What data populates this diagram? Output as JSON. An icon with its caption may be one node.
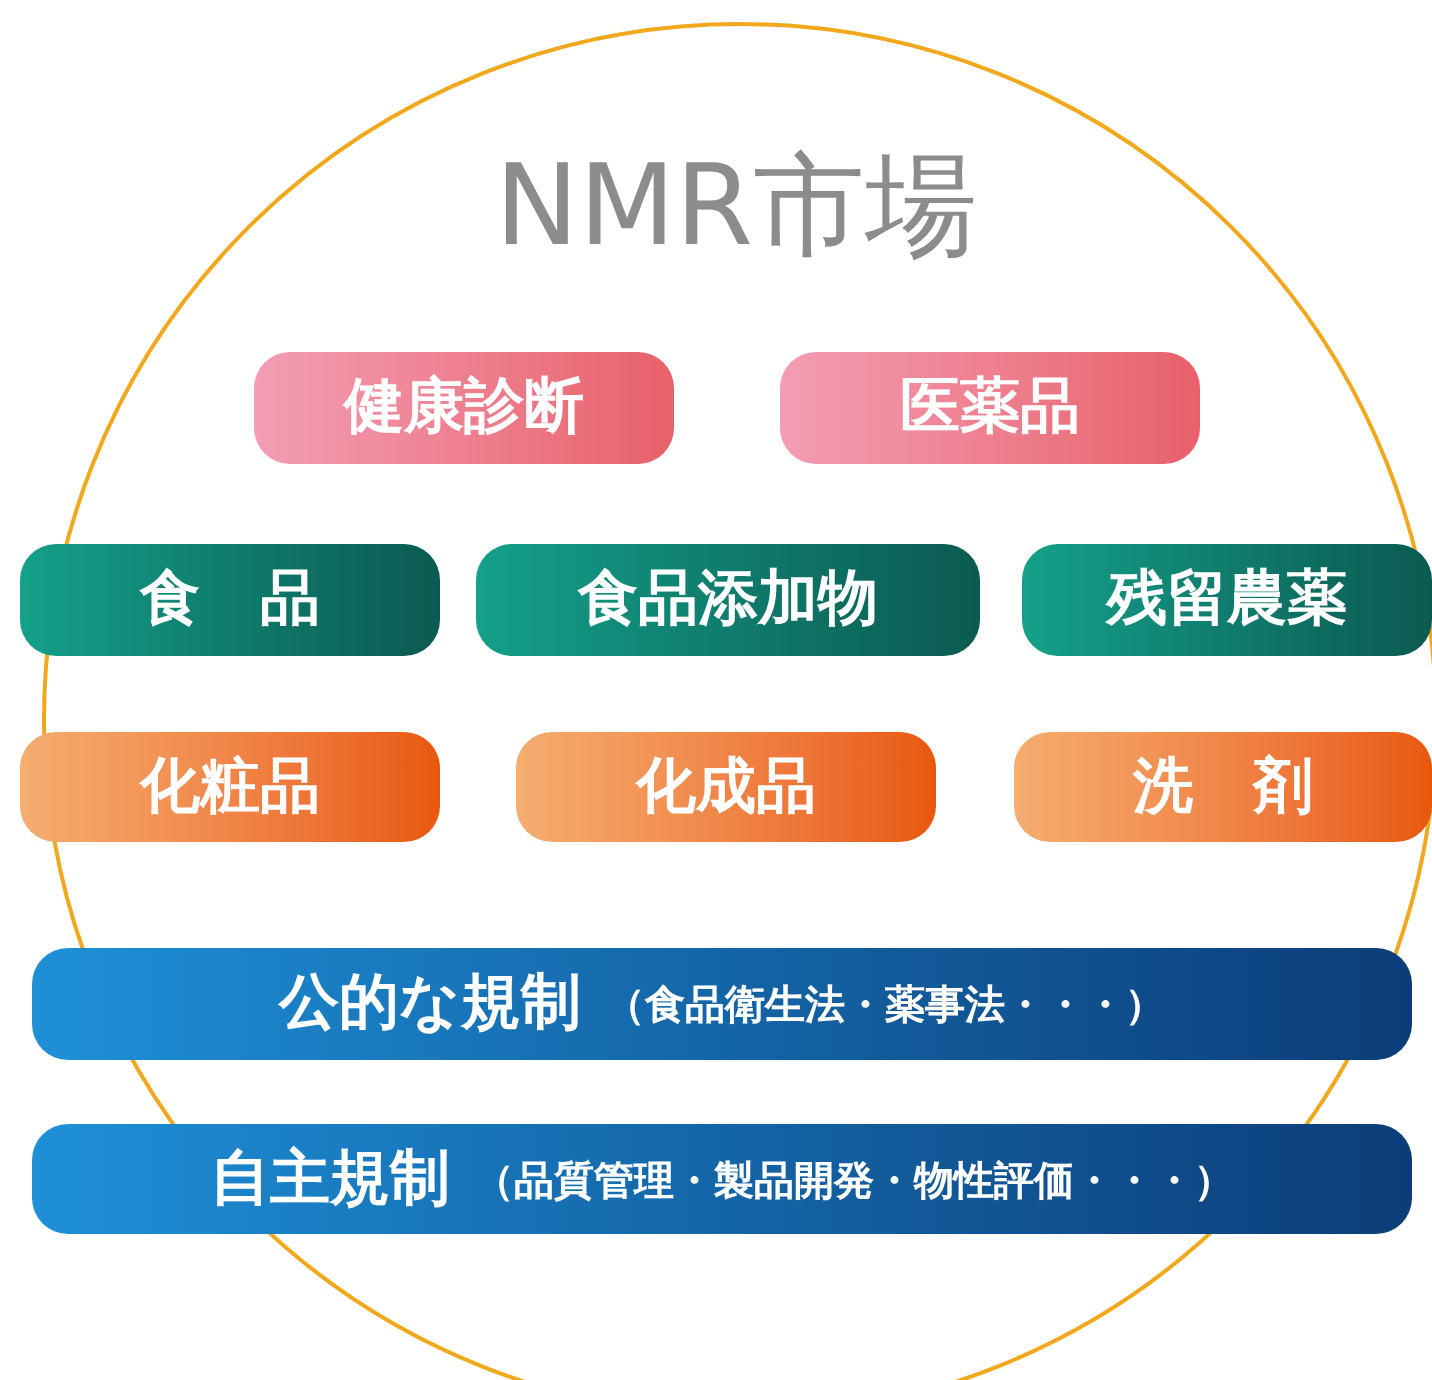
{
  "diagram": {
    "title": "NMR市場",
    "nodes": [
      {
        "text": [
          "健康診断"
        ]
      },
      {
        "text": [
          "医薬品"
        ]
      },
      {
        "text": [
          "食　品"
        ]
      },
      {
        "text": [
          "食品添加物"
        ]
      },
      {
        "text": [
          "残留農薬"
        ]
      },
      {
        "text": [
          "化粧品"
        ]
      },
      {
        "text": [
          "化成品"
        ]
      },
      {
        "text": [
          "洗　剤"
        ]
      },
      {
        "text": [
          "公的な規制",
          "（食品衛生法・薬事法・・・）"
        ]
      },
      {
        "text": [
          "自主規制",
          "（品質管理・製品開発・物性評価・・・）"
        ]
      }
    ]
  }
}
